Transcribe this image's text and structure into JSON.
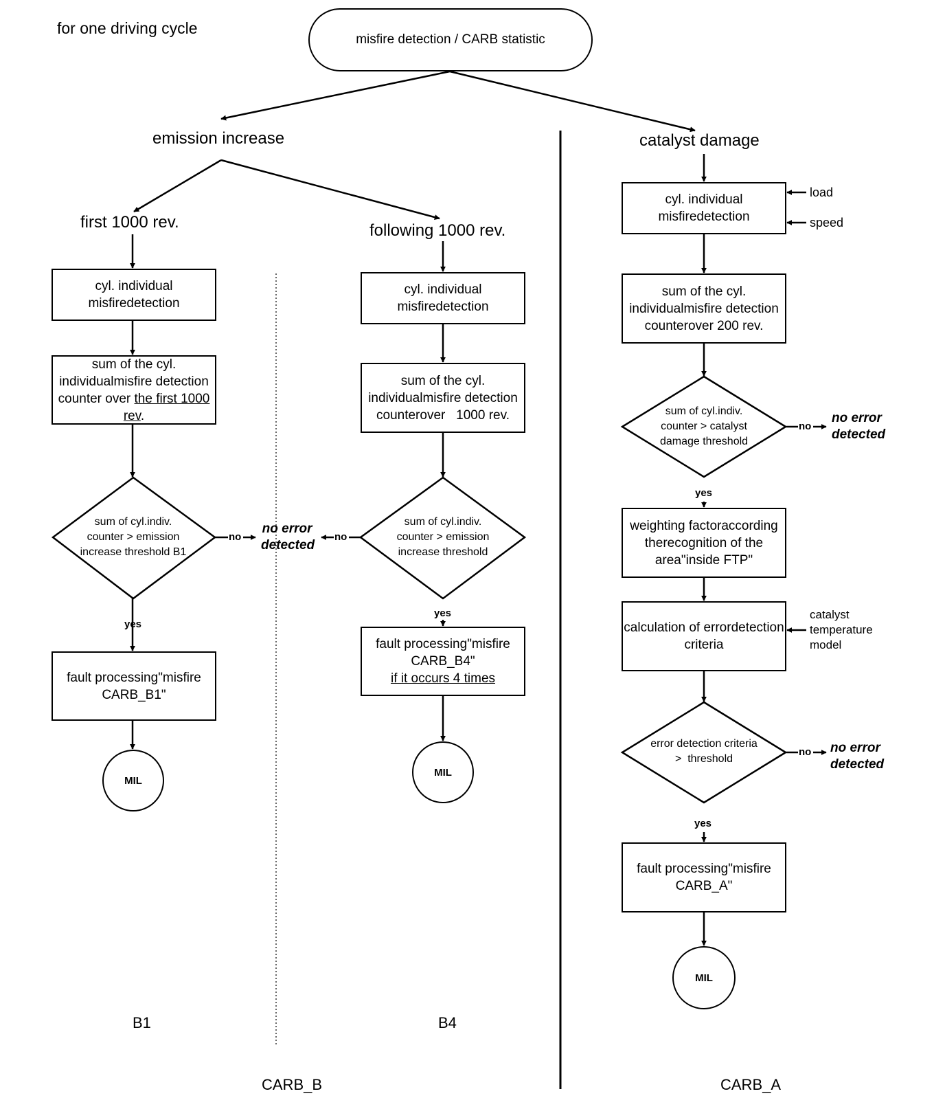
{
  "header": {
    "cycle_label": "for one driving cycle",
    "start": "misfire detection / CARB statistic"
  },
  "branches": {
    "emission": "emission increase",
    "catalyst": "catalyst damage"
  },
  "b1": {
    "heading": "first 1000 rev.",
    "detect": [
      "cyl. individual misfire",
      "detection"
    ],
    "sum": [
      "sum of the cyl. individual",
      "misfire detection counter"
    ],
    "sum_over": "over ",
    "sum_range": "the first 1000 rev",
    "sum_end": ".",
    "decision": [
      "sum of cyl.indiv.",
      "counter > emission",
      "increase threshold B1"
    ],
    "yes": "yes",
    "no": "no",
    "fault": [
      "fault processing",
      "\"misfire CARB_B1\""
    ],
    "mil": "MIL",
    "label": "B1"
  },
  "b4": {
    "heading": "following 1000 rev.",
    "detect": [
      "cyl. individual misfire",
      "detection"
    ],
    "sum": [
      "sum of the cyl. individual",
      "misfire detection counter",
      "over   1000 rev."
    ],
    "decision": [
      "sum of cyl.indiv.",
      "counter > emission",
      "increase threshold"
    ],
    "yes": "yes",
    "no": "no",
    "fault": [
      "fault processing",
      "\"misfire CARB_B4\""
    ],
    "fault_cond": "if it occurs 4 times",
    "mil": "MIL",
    "label": "B4"
  },
  "shared_no_error": [
    "no error",
    "detected"
  ],
  "carb_a": {
    "detect": [
      "cyl. individual misfire",
      "detection"
    ],
    "inputs": [
      "load",
      "speed"
    ],
    "sum": [
      "sum of the cyl. individual",
      "misfire detection counter",
      "over 200 rev."
    ],
    "decision1": [
      "sum of cyl.indiv.",
      "counter > catalyst",
      "damage threshold"
    ],
    "no1": "no",
    "no_error1": [
      "no error",
      "detected"
    ],
    "yes1": "yes",
    "weighting": [
      "weighting factor",
      "according the",
      "recognition of the area",
      "\"inside FTP\""
    ],
    "calc": [
      "calculation of error",
      "detection criteria"
    ],
    "temp_input": [
      "catalyst",
      "temperature",
      "model"
    ],
    "decision2": [
      "error detection criteria",
      ">  threshold"
    ],
    "no2": "no",
    "no_error2": [
      "no error",
      "detected"
    ],
    "yes2": "yes",
    "fault": [
      "fault processing",
      "\"misfire CARB_A\""
    ],
    "mil": "MIL"
  },
  "footer": {
    "carb_b": "CARB_B",
    "carb_a": "CARB_A"
  }
}
